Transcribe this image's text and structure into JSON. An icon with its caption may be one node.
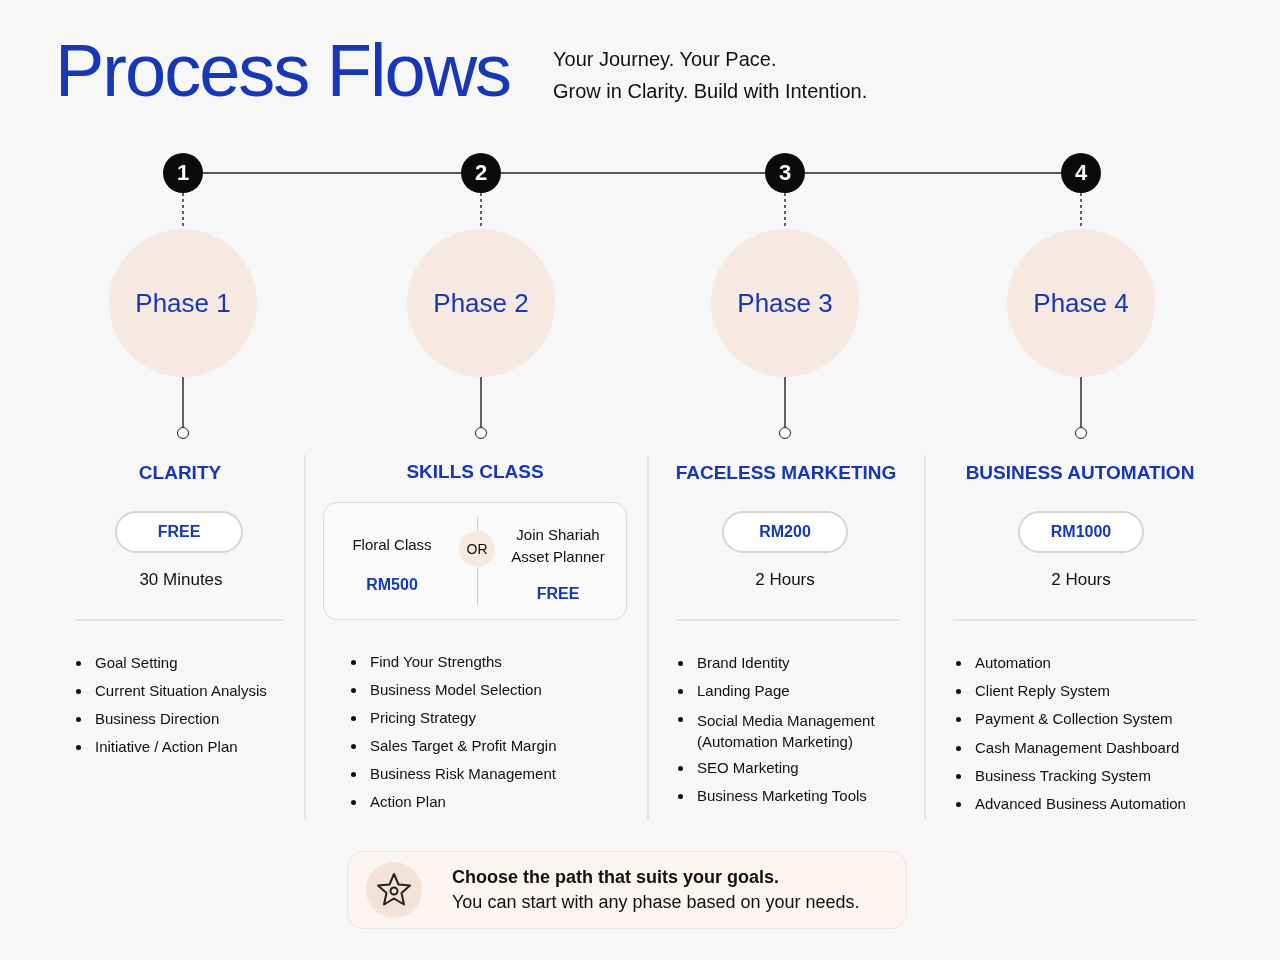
{
  "diagram": {
    "title": "Process Flows",
    "nodes": [
      {
        "text": [
          "1"
        ]
      },
      {
        "text": [
          "2"
        ]
      },
      {
        "text": [
          "3"
        ]
      },
      {
        "text": [
          "4"
        ]
      },
      {
        "text": [
          "Phase 1"
        ]
      },
      {
        "text": [
          "Phase 2"
        ]
      },
      {
        "text": [
          "Phase 3"
        ]
      },
      {
        "text": [
          "Phase 4"
        ]
      },
      {
        "text": [],
        "shape": "circle"
      },
      {
        "text": [],
        "shape": "circle"
      },
      {
        "text": [],
        "shape": "circle"
      },
      {
        "text": [],
        "shape": "circle"
      },
      {
        "text": [
          "FREE"
        ]
      },
      {
        "text": [
          "Floral Class",
          "RM500",
          "Join Shariah Asset Planner",
          "FREE"
        ]
      },
      {
        "text": [
          "OR"
        ],
        "in": 13
      },
      {
        "text": [
          "RM200"
        ]
      },
      {
        "text": [
          "RM1000"
        ]
      },
      {
        "text": [
          "Choose the path that suits your goals.",
          "You can start with any phase based on your needs."
        ]
      }
    ],
    "edges": [
      {
        "from": 0,
        "to": 1,
        "arrow": "none"
      },
      {
        "from": 1,
        "to": 2,
        "arrow": "none"
      },
      {
        "from": 2,
        "to": 3,
        "arrow": "none"
      },
      {
        "from": 0,
        "to": 4,
        "arrow": "none",
        "style": "dashed"
      },
      {
        "from": 1,
        "to": 5,
        "arrow": "none",
        "style": "dashed"
      },
      {
        "from": 2,
        "to": 6,
        "arrow": "none",
        "style": "dashed"
      },
      {
        "from": 3,
        "to": 7,
        "arrow": "none",
        "style": "dashed"
      },
      {
        "from": 4,
        "to": 8,
        "arrow": "none"
      },
      {
        "from": 5,
        "to": 9,
        "arrow": "none"
      },
      {
        "from": 6,
        "to": 10,
        "arrow": "none"
      },
      {
        "from": 7,
        "to": 11,
        "arrow": "none"
      }
    ],
    "labels": [
      "Your Journey. Your Pace.",
      "Grow in Clarity. Build with Intention.",
      "CLARITY",
      "SKILLS CLASS",
      "FACELESS MARKETING",
      "BUSINESS AUTOMATION",
      "30 Minutes",
      "2 Hours",
      "2 Hours",
      "Goal Setting",
      "Current Situation Analysis",
      "Business Direction",
      "Initiative / Action Plan",
      "Find Your Strengths",
      "Business Model Selection",
      "Pricing Strategy",
      "Sales Target & Profit Margin",
      "Business Risk Management",
      "Action Plan",
      "Brand Identity",
      "Landing Page",
      "Social Media Management (Automation Marketing)",
      "SEO Marketing",
      "Business Marketing Tools",
      "Automation",
      "Client Reply System",
      "Payment & Collection System",
      "Cash Management Dashboard",
      "Business Tracking System",
      "Advanced Business Automation"
    ]
  }
}
